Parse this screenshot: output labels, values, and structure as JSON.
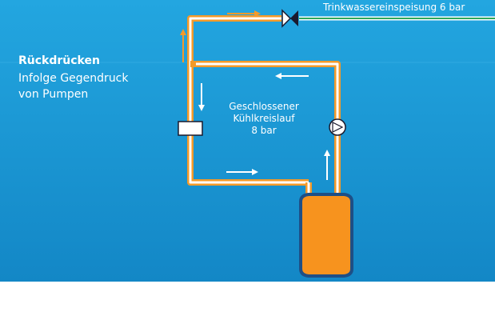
{
  "diagram": {
    "heading": "Rückdrücken",
    "caption_line1": "Infolge Gegendruck",
    "caption_line2": "von Pumpen",
    "loop_line1": "Geschlossener",
    "loop_line2": "Kühlkreislauf",
    "loop_line3": "8 bar",
    "supply_label": "Trinkwassereinspeisung 6 bar"
  },
  "colors": {
    "background": "#1fa1dc",
    "background_dark": "#1189c7",
    "pipe_orange": "#f39a2a",
    "pipe_white": "#ffffff",
    "supply_green": "#2ea85a",
    "tank_fill": "#f7931e",
    "tank_border": "#1e4f86",
    "dark": "#1a1a2e"
  }
}
